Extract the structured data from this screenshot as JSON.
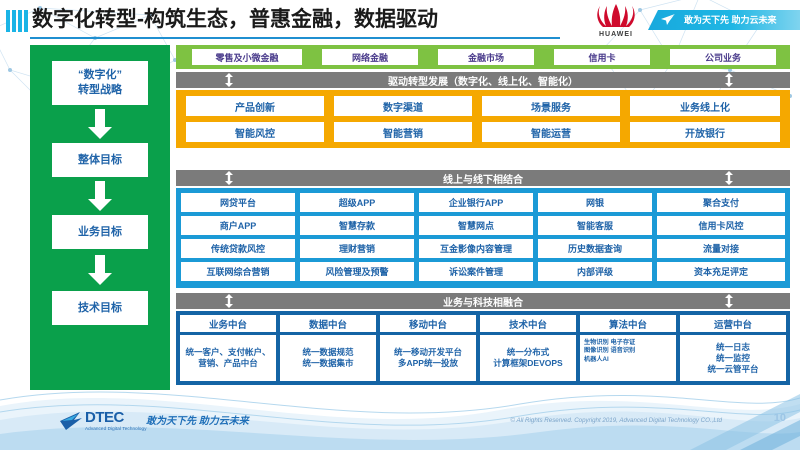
{
  "header": {
    "title": "数字化转型-构筑生态，普惠金融，数据驱动",
    "brand": "HUAWEI",
    "banner_text": "敢为天下先 助力云未来",
    "plane_icon": "paper-plane-icon"
  },
  "sidebar": {
    "items": [
      {
        "label_line1": "“数字化”",
        "label_line2": "转型战略"
      },
      {
        "label_line1": "整体目标",
        "label_line2": ""
      },
      {
        "label_line1": "业务目标",
        "label_line2": ""
      },
      {
        "label_line1": "技术目标",
        "label_line2": ""
      }
    ],
    "arrow_icon": "down-arrow-icon"
  },
  "business_band": {
    "items": [
      "零售及小微金融",
      "网络金融",
      "金融市场",
      "信用卡",
      "公司业务"
    ]
  },
  "sections": [
    {
      "id": "drive",
      "header": "驱动转型发展（数字化、线上化、智能化）",
      "arrow_icon": "up-down-arrow-icon",
      "columns": 4,
      "rows": [
        [
          "产品创新",
          "数字渠道",
          "场景服务",
          "业务线上化"
        ],
        [
          "智能风控",
          "智能营销",
          "智能运营",
          "开放银行"
        ]
      ]
    },
    {
      "id": "online-offline",
      "header": "线上与线下相结合",
      "arrow_icon": "up-down-arrow-icon",
      "columns": 5,
      "rows": [
        [
          "网贷平台",
          "超级APP",
          "企业银行APP",
          "网银",
          "聚合支付"
        ],
        [
          "商户APP",
          "智慧存款",
          "智慧网点",
          "智能客服",
          "信用卡风控"
        ],
        [
          "传统贷款风控",
          "理财营销",
          "互金影像内容管理",
          "历史数据查询",
          "流量对接"
        ],
        [
          "互联网综合营销",
          "风险管理及预警",
          "诉讼案件管理",
          "内部评级",
          "资本充足评定"
        ]
      ]
    }
  ],
  "platform_section": {
    "header": "业务与科技相融合",
    "arrow_icon": "up-down-arrow-icon",
    "columns": [
      {
        "title": "业务中台",
        "detail": "统一客户、支付帐户、营销、产品中台",
        "small": false
      },
      {
        "title": "数据中台",
        "detail": "统一数据规范\n统一数据集市",
        "small": false
      },
      {
        "title": "移动中台",
        "detail": "统一移动开发平台\n多APP统一投放",
        "small": false
      },
      {
        "title": "技术中台",
        "detail": "统一分布式\n计算框架DEVOPS",
        "small": false
      },
      {
        "title": "算法中台",
        "detail": "生物识别 电子存证\n图像识别 语音识别\n机器人AI",
        "small": true
      },
      {
        "title": "运营中台",
        "detail": "统一日志\n统一监控\n统一云管平台",
        "small": false
      }
    ]
  },
  "footer": {
    "logo_name": "DTEC",
    "logo_sub": "Advanced Digital Technology",
    "slogan": "敢为天下先   助力云未来",
    "copyright": "© All Rights Reserved. Copyright 2019, Advanced Digital Technology CO.,Ltd",
    "page_number": "10"
  },
  "colors": {
    "green": "#0aa04b",
    "light_green": "#7ec242",
    "orange": "#f5a800",
    "blue": "#1b9ad6",
    "navy": "#1464a5",
    "gray_header": "#7b7b7b",
    "text_blue": "#1f63a8",
    "banner_cyan": "#18a9dd",
    "huawei_red": "#cf0a2c"
  }
}
